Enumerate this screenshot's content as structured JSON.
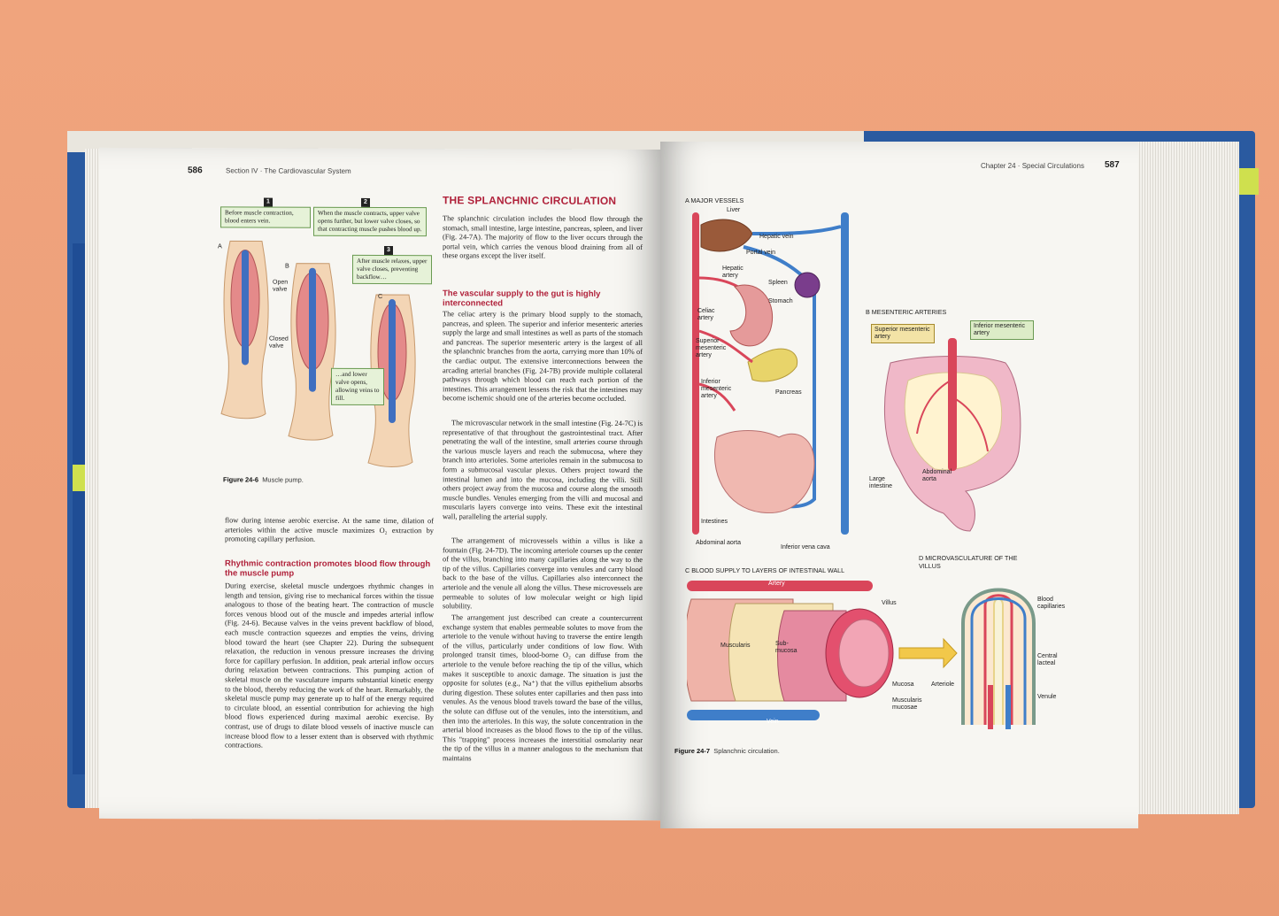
{
  "colors": {
    "background": "#efa27c",
    "cover": "#2a5aa0",
    "heading": "#b0213a",
    "artery": "#d9465a",
    "vein": "#3f7ec9",
    "callout": "#e6f2d8"
  },
  "left_page": {
    "page_number": "586",
    "running_head": "Section IV · The Cardiovascular System",
    "figure": {
      "panel_labels": [
        "A",
        "B",
        "C"
      ],
      "steps": [
        "1",
        "2",
        "3"
      ],
      "callouts": [
        "Before muscle contraction, blood enters vein.",
        "When the muscle contracts, upper valve opens further, but lower valve closes, so that contracting muscle pushes blood up.",
        "After muscle relaxes, upper valve closes, preventing backflow…",
        "…and lower valve opens, allowing veins to fill."
      ],
      "labels": {
        "open_valve": "Open valve",
        "closed_valve": "Closed valve"
      },
      "caption_number": "Figure 24-6",
      "caption_text": "Muscle pump."
    },
    "col1_top": "flow during intense aerobic exercise. At the same time, dilation of arterioles within the active muscle maximizes O₂ extraction by promoting capillary perfusion.",
    "subheading1": "Rhythmic contraction promotes blood flow through the muscle pump",
    "col1_body": "During exercise, skeletal muscle undergoes rhythmic changes in length and tension, giving rise to mechanical forces within the tissue analogous to those of the beating heart. The contraction of muscle forces venous blood out of the muscle and impedes arterial inflow (Fig. 24-6). Because valves in the veins prevent backflow of blood, each muscle contraction squeezes and empties the veins, driving blood toward the heart (see Chapter 22). During the subsequent relaxation, the reduction in venous pressure increases the driving force for capillary perfusion. In addition, peak arterial inflow occurs during relaxation between contractions. This pumping action of skeletal muscle on the vasculature imparts substantial kinetic energy to the blood, thereby reducing the work of the heart. Remarkably, the skeletal muscle pump may generate up to half of the energy required to circulate blood, an essential contribution for achieving the high blood flows experienced during maximal aerobic exercise. By contrast, use of drugs to dilate blood vessels of inactive muscle can increase blood flow to a lesser extent than is observed with rhythmic contractions.",
    "heading2": "THE SPLANCHNIC CIRCULATION",
    "col2_p1": "The splanchnic circulation includes the blood flow through the stomach, small intestine, large intestine, pancreas, spleen, and liver (Fig. 24-7A). The majority of flow to the liver occurs through the portal vein, which carries the venous blood draining from all of these organs except the liver itself.",
    "subheading2": "The vascular supply to the gut is highly interconnected",
    "col2_p2": "The celiac artery is the primary blood supply to the stomach, pancreas, and spleen. The superior and inferior mesenteric arteries supply the large and small intestines as well as parts of the stomach and pancreas. The superior mesenteric artery is the largest of all the splanchnic branches from the aorta, carrying more than 10% of the cardiac output. The extensive interconnections between the arcading arterial branches (Fig. 24-7B) provide multiple collateral pathways through which blood can reach each portion of the intestines. This arrangement lessens the risk that the intestines may become ischemic should one of the arteries become occluded.",
    "col2_p3": "The microvascular network in the small intestine (Fig. 24-7C) is representative of that throughout the gastrointestinal tract. After penetrating the wall of the intestine, small arteries course through the various muscle layers and reach the submucosa, where they branch into arterioles. Some arterioles remain in the submucosa to form a submucosal vascular plexus. Others project toward the intestinal lumen and into the mucosa, including the villi. Still others project away from the mucosa and course along the smooth muscle bundles. Venules emerging from the villi and mucosal and muscularis layers converge into veins. These exit the intestinal wall, paralleling the arterial supply.",
    "col2_p4": "The arrangement of microvessels within a villus is like a fountain (Fig. 24-7D). The incoming arteriole courses up the center of the villus, branching into many capillaries along the way to the tip of the villus. Capillaries converge into venules and carry blood back to the base of the villus. Capillaries also interconnect the arteriole and the venule all along the villus. These microvessels are permeable to solutes of low molecular weight or high lipid solubility.",
    "col2_p5": "The arrangement just described can create a countercurrent exchange system that enables permeable solutes to move from the arteriole to the venule without having to traverse the entire length of the villus, particularly under conditions of low flow. With prolonged transit times, blood-borne O₂ can diffuse from the arteriole to the venule before reaching the tip of the villus, which makes it susceptible to anoxic damage. The situation is just the opposite for solutes (e.g., Na⁺) that the villus epithelium absorbs during digestion. These solutes enter capillaries and then pass into venules. As the venous blood travels toward the base of the villus, the solute can diffuse out of the venules, into the interstitium, and then into the arterioles. In this way, the solute concentration in the arterial blood increases as the blood flows to the tip of the villus. This \"trapping\" process increases the interstitial osmolarity near the tip of the villus in a manner analogous to the mechanism that maintains"
  },
  "right_page": {
    "page_number": "587",
    "running_head": "Chapter 24 · Special Circulations",
    "panel_a": {
      "title": "A  MAJOR VESSELS",
      "labels": [
        "Liver",
        "Hepatic vein",
        "Portal vein",
        "Hepatic artery",
        "Spleen",
        "Stomach",
        "Celiac artery",
        "Superior mesenteric artery",
        "Inferior mesenteric artery",
        "Pancreas",
        "Intestines",
        "Abdominal aorta",
        "Inferior vena cava"
      ]
    },
    "panel_b": {
      "title": "B  MESENTERIC ARTERIES",
      "tags": [
        "Superior mesenteric artery",
        "Inferior mesenteric artery"
      ],
      "labels": [
        "Large intestine",
        "Abdominal aorta"
      ]
    },
    "panel_c": {
      "title": "C  BLOOD SUPPLY TO LAYERS OF INTESTINAL WALL",
      "labels": [
        "Artery",
        "Muscularis",
        "Sub-mucosa",
        "Villus",
        "Mucosa",
        "Muscularis mucosae",
        "Vein"
      ]
    },
    "panel_d": {
      "title": "D  MICROVASCULATURE OF THE VILLUS",
      "labels": [
        "Blood capillaries",
        "Central lacteal",
        "Arteriole",
        "Venule"
      ]
    },
    "caption_number": "Figure 24-7",
    "caption_text": "Splanchnic circulation."
  }
}
